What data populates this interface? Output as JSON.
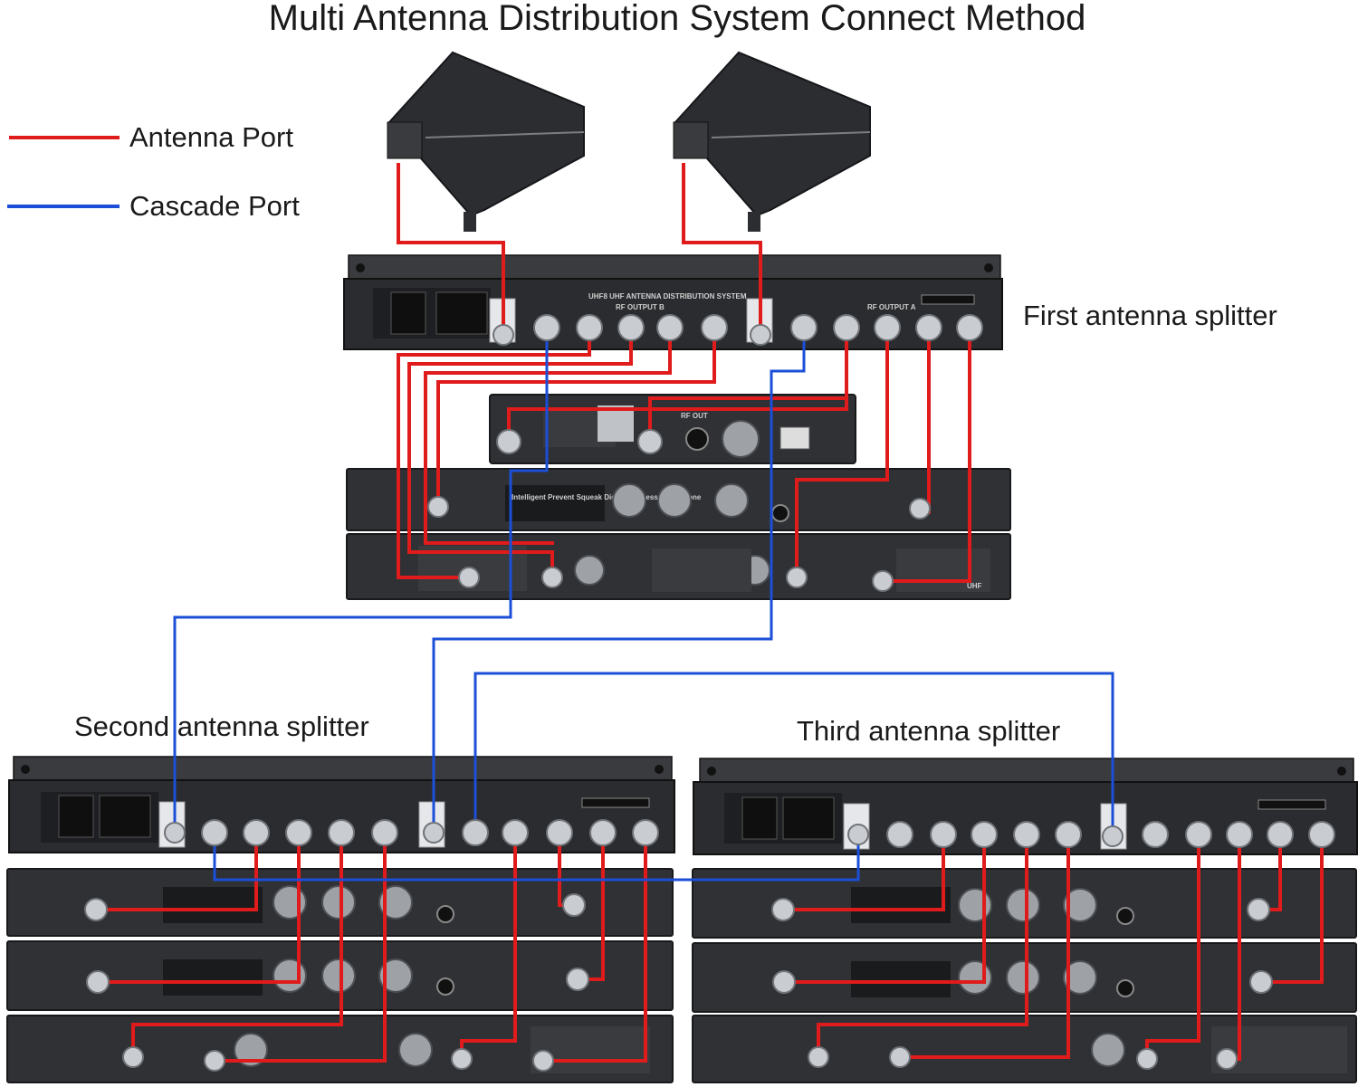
{
  "title": "Multi Antenna Distribution System Connect Method",
  "legend": [
    {
      "label": "Antenna Port",
      "color": "#e01b1b"
    },
    {
      "label": "Cascade Port",
      "color": "#1b4fd8"
    }
  ],
  "splitters": {
    "first": "First antenna splitter",
    "second": "Second antenna splitter",
    "third": "Third antenna splitter"
  },
  "device_text": {
    "splitter_model": "UHF8 UHF ANTENNA DISTRIBUTION SYSTEM",
    "rf_output_b": "RF OUTPUT B",
    "rf_output_a": "RF OUTPUT A",
    "receiver_brand": "Intelligent Prevent Squeak Digital Wireless Microphone",
    "uhf": "UHF",
    "rf_out": "RF OUT"
  },
  "icons": {
    "antenna": "paddle-antenna-icon",
    "connector": "bnc-connector-icon",
    "xlr": "xlr-socket-icon"
  }
}
